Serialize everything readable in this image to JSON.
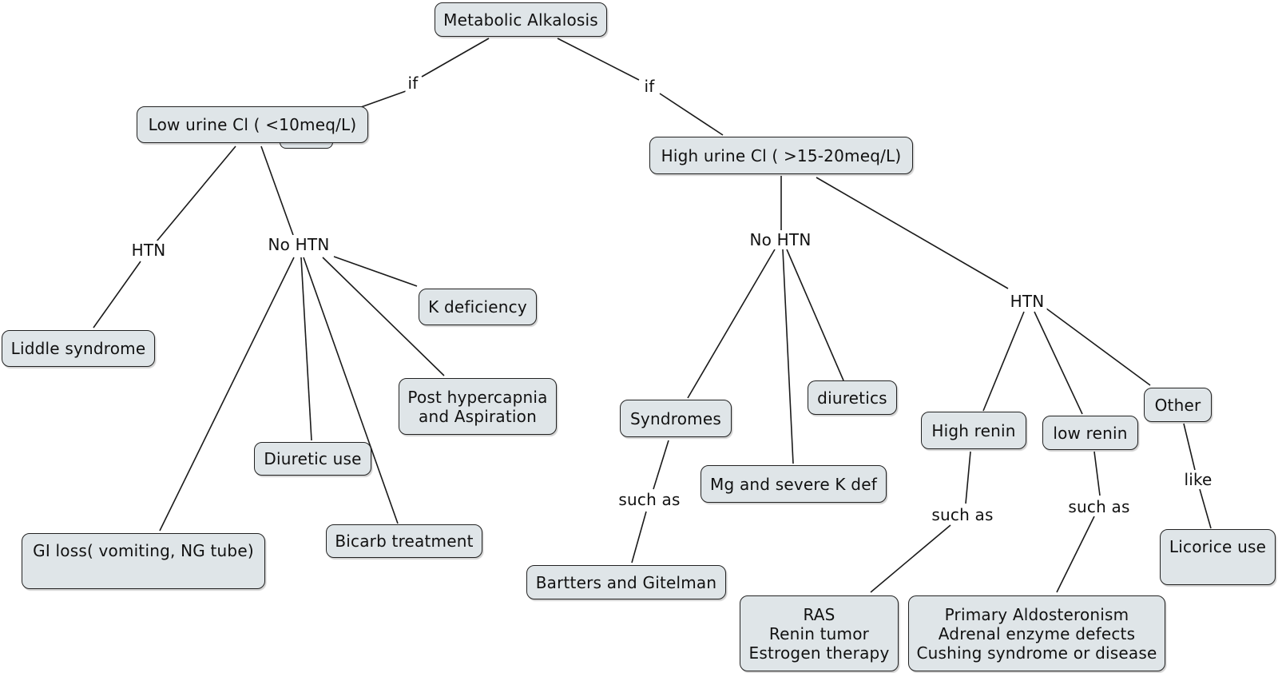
{
  "nodes": {
    "metabolic_alkalosis": "Metabolic Alkalosis",
    "low_urine_cl": "Low urine Cl ( <10meq/L)",
    "high_urine_cl": "High urine Cl ( >15-20meq/L)",
    "liddle": "Liddle syndrome",
    "k_deficiency": "K deficiency",
    "post_hypercapnia": "Post hypercapnia\nand Aspiration",
    "diuretic_use": "Diuretic use",
    "gi_loss": "GI loss( vomiting, NG tube)",
    "bicarb": "Bicarb treatment",
    "syndromes": "Syndromes",
    "diuretics": "diuretics",
    "mg_k_def": "Mg and severe K def",
    "bartters": "Bartters and Gitelman",
    "high_renin": "High renin",
    "low_renin": "low renin",
    "other": "Other",
    "licorice": "Licorice use",
    "ras": "RAS\nRenin tumor\nEstrogen therapy",
    "primary_aldo": "Primary Aldosteronism\nAdrenal enzyme defects\nCushing syndrome or disease"
  },
  "labels": {
    "if_left": "if",
    "if_right": "if",
    "htn_left": "HTN",
    "no_htn_left": "No HTN",
    "no_htn_right": "No HTN",
    "htn_right": "HTN",
    "such_as_syndromes": "such as",
    "such_as_high_renin": "such as",
    "such_as_low_renin": "such as",
    "like": "like"
  }
}
